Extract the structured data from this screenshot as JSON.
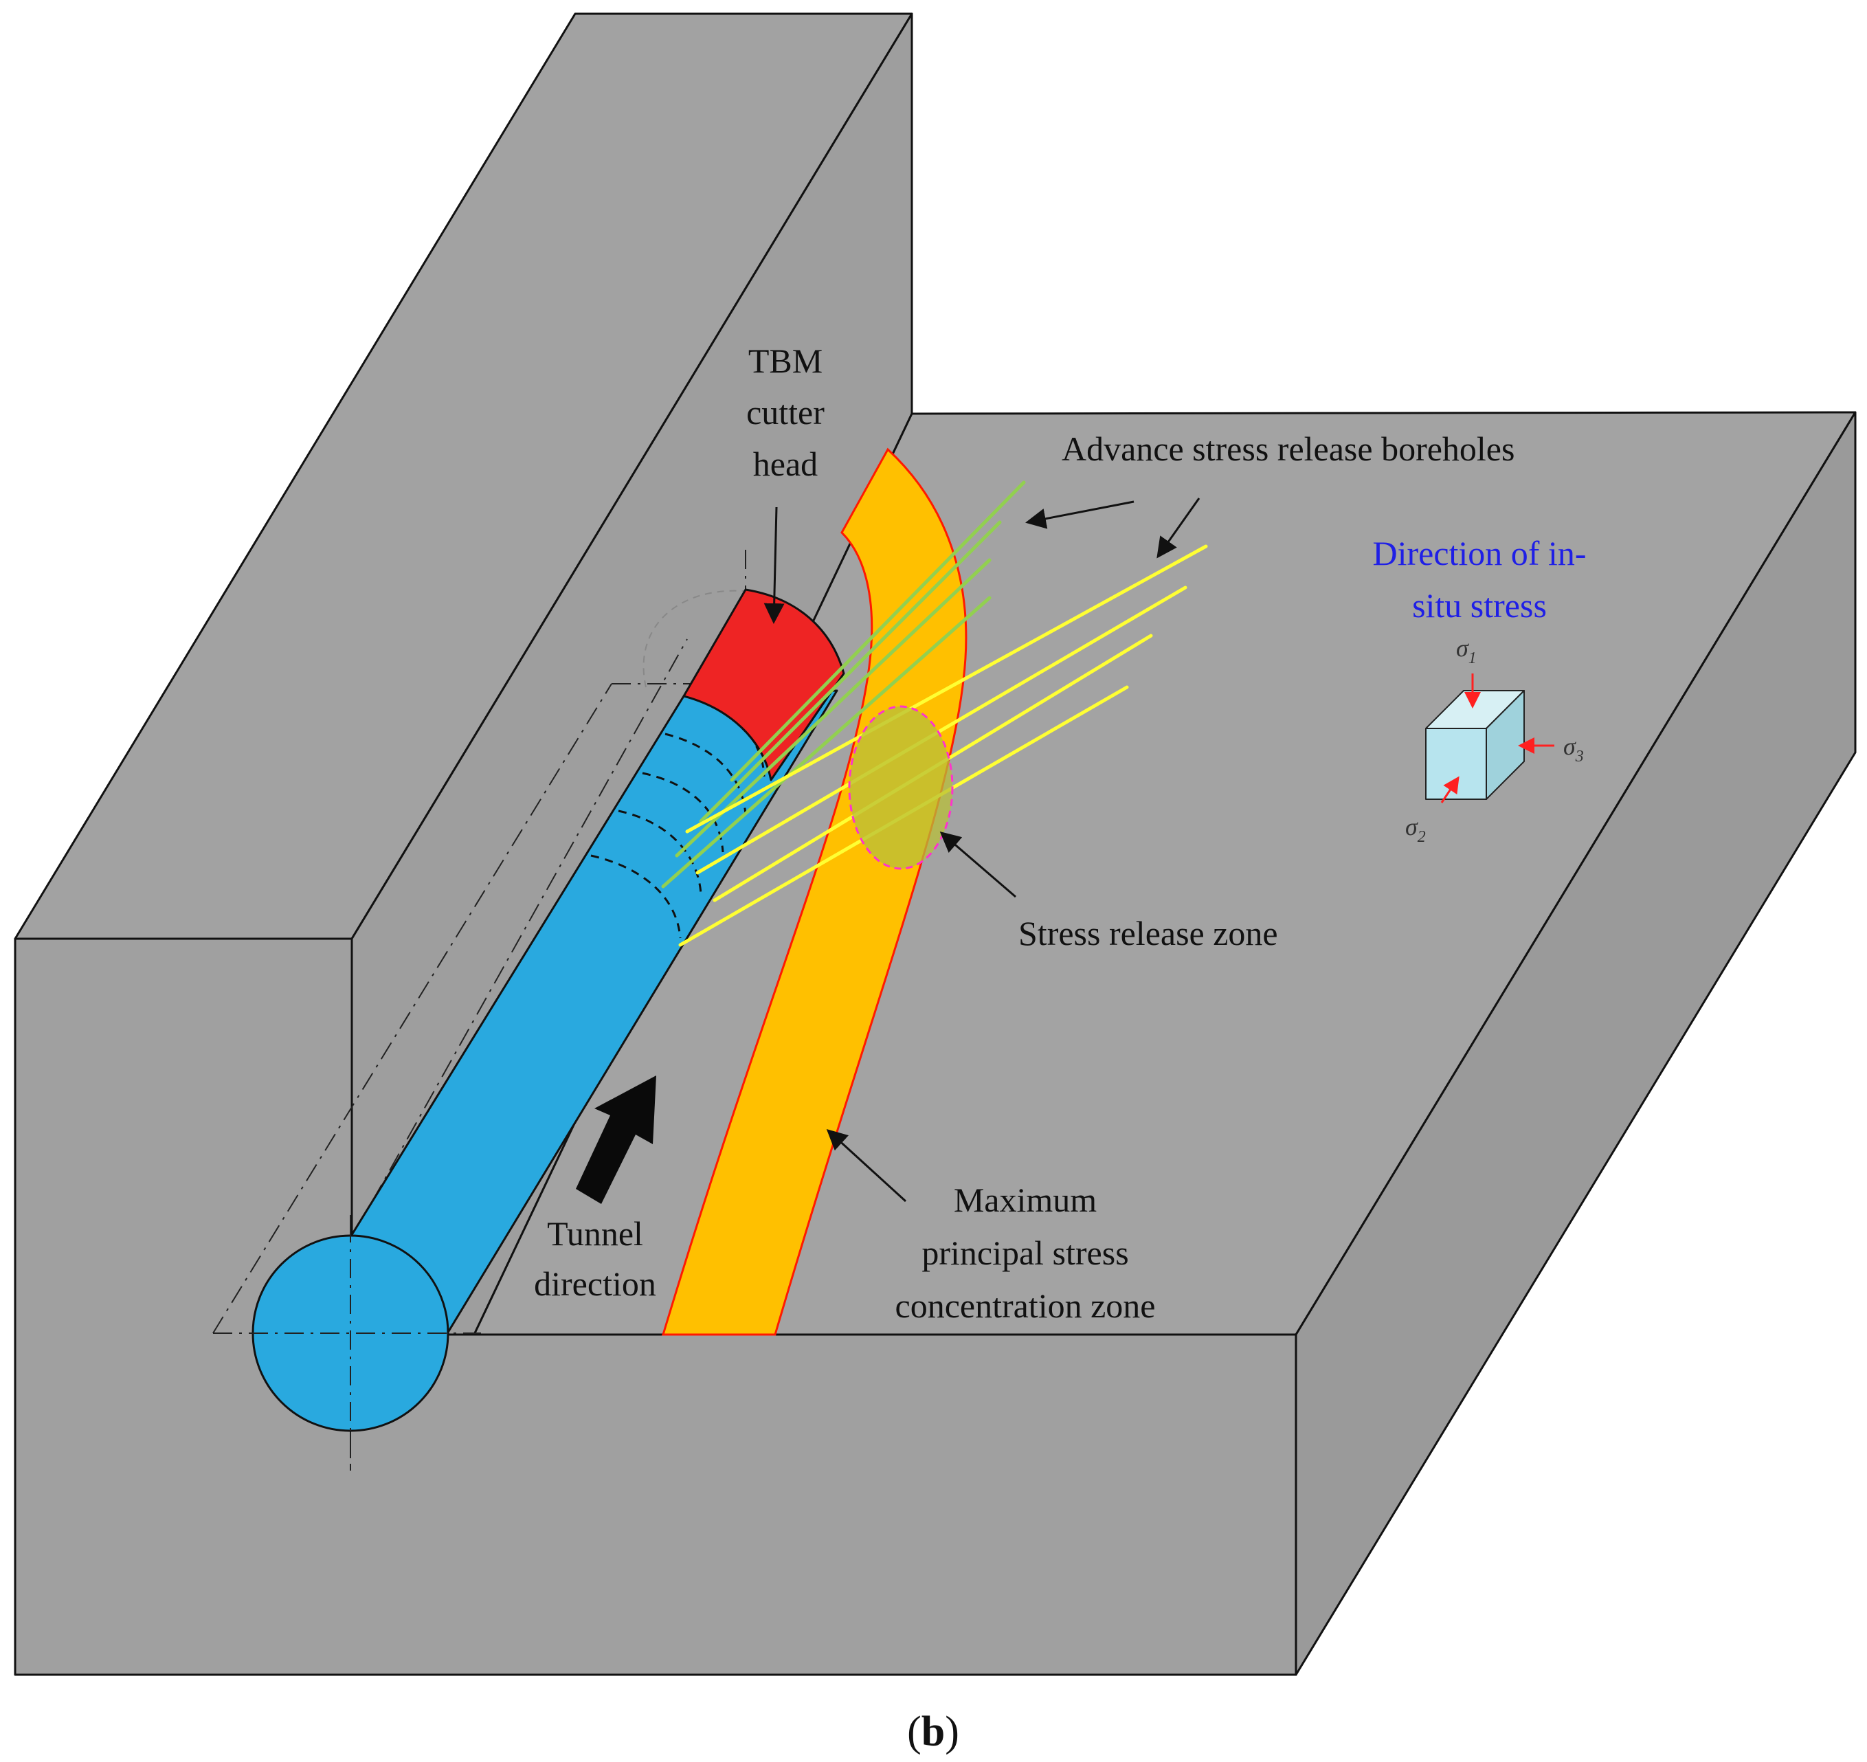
{
  "labels": {
    "cutter_head": [
      "TBM",
      "cutter",
      "head"
    ],
    "boreholes": "Advance stress release boreholes",
    "insitu": [
      "Direction of in-",
      "situ stress"
    ],
    "release_zone": "Stress release zone",
    "concentration_zone": [
      "Maximum",
      "principal stress",
      "concentration zone"
    ],
    "tunnel_direction": [
      "Tunnel",
      "direction"
    ],
    "caption_letter": "b",
    "caption_open": "(",
    "caption_close": ")"
  },
  "stress_symbols": {
    "sigma": "σ",
    "sub1": "1",
    "sub2": "2",
    "sub3": "3"
  },
  "colors": {
    "rock": "#a0a0a0",
    "tunnel": "#29a9df",
    "cutter_head": "#ee2424",
    "stress_band": "#ffc000",
    "stress_band_edge": "#ff1a00",
    "borehole_green": "#92d050",
    "borehole_yellow": "#ffff33",
    "release_zone_edge": "#ff33cc",
    "cube": "#b7e4ee",
    "label_blue": "#1f1fe6"
  }
}
